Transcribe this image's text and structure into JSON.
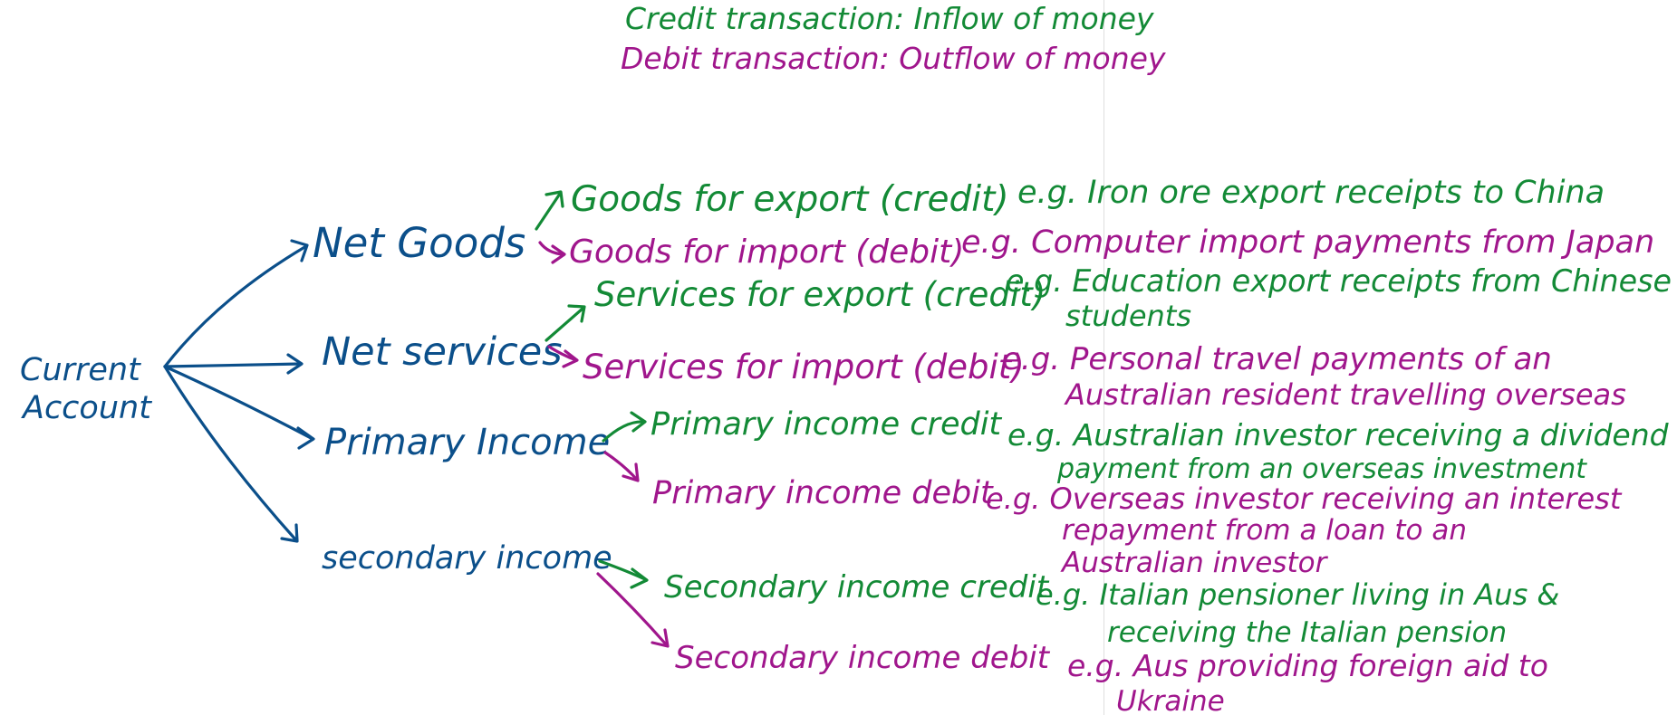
{
  "colors": {
    "blue": "#0b4f8a",
    "green": "#138a36",
    "magenta": "#a0168c",
    "divider": "#dedede"
  },
  "legend": {
    "credit": "Credit transaction: Inflow of money",
    "debit": "Debit transaction: Outflow of money"
  },
  "root": {
    "line1": "Current",
    "line2": "Account"
  },
  "categories": {
    "net_goods": "Net Goods",
    "net_services": "Net services",
    "primary_income": "Primary Income",
    "secondary_income": "secondary income"
  },
  "items": {
    "goods_credit": {
      "label": "Goods for export (credit)",
      "example": [
        "e.g. Iron ore export receipts to China"
      ]
    },
    "goods_debit": {
      "label": "Goods for import (debit)",
      "example": [
        "e.g. Computer import payments from Japan"
      ]
    },
    "services_credit": {
      "label": "Services for export (credit)",
      "example": [
        "e.g. Education export receipts from Chinese",
        "students"
      ]
    },
    "services_debit": {
      "label": "Services for import (debit)",
      "example": [
        "e.g. Personal travel payments of an",
        "Australian resident travelling overseas"
      ]
    },
    "primary_credit": {
      "label": "Primary income credit",
      "example": [
        "e.g. Australian investor receiving a dividend",
        "payment from an overseas investment"
      ]
    },
    "primary_debit": {
      "label": "Primary income debit",
      "example": [
        "e.g. Overseas investor receiving an interest",
        "repayment from a loan to an",
        "Australian investor"
      ]
    },
    "secondary_credit": {
      "label": "Secondary income credit",
      "example": [
        "e.g. Italian pensioner living in Aus &",
        "receiving the Italian pension"
      ]
    },
    "secondary_debit": {
      "label": "Secondary income debit",
      "example": [
        "e.g. Aus providing foreign aid to",
        "Ukraine"
      ]
    }
  }
}
